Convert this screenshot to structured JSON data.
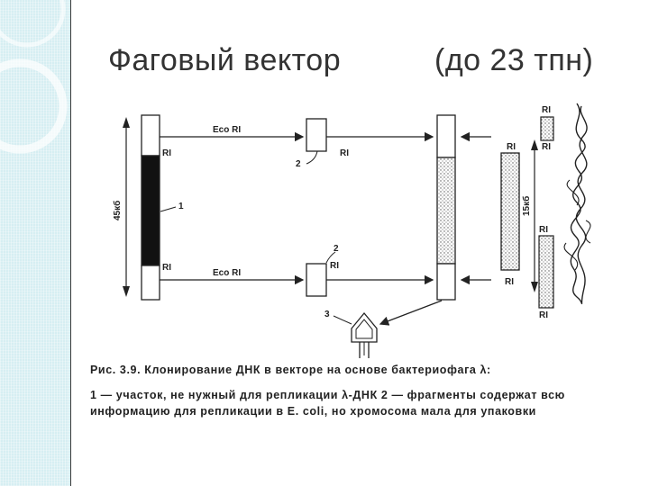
{
  "slide": {
    "title": "Фаговый вектор",
    "subtitle": "(до 23 тпн)"
  },
  "diagram": {
    "labels": {
      "eco_ri_top": "Eco RI",
      "eco_ri_bottom": "Eco RI",
      "ri": "RI",
      "num1": "1",
      "num2": "2",
      "num3": "3",
      "len_left": "45кб",
      "len_right": "15кб"
    },
    "caption": {
      "line1": "Рис. 3.9. Клонирование ДНК в векторе на основе бактериофага λ:",
      "line2": "1 — участок, не нужный для репликации λ-ДНК 2 — фрагменты содержат всю",
      "line3": "информацию для репликации в E. coli, но хромосома мала для упаковки"
    }
  }
}
